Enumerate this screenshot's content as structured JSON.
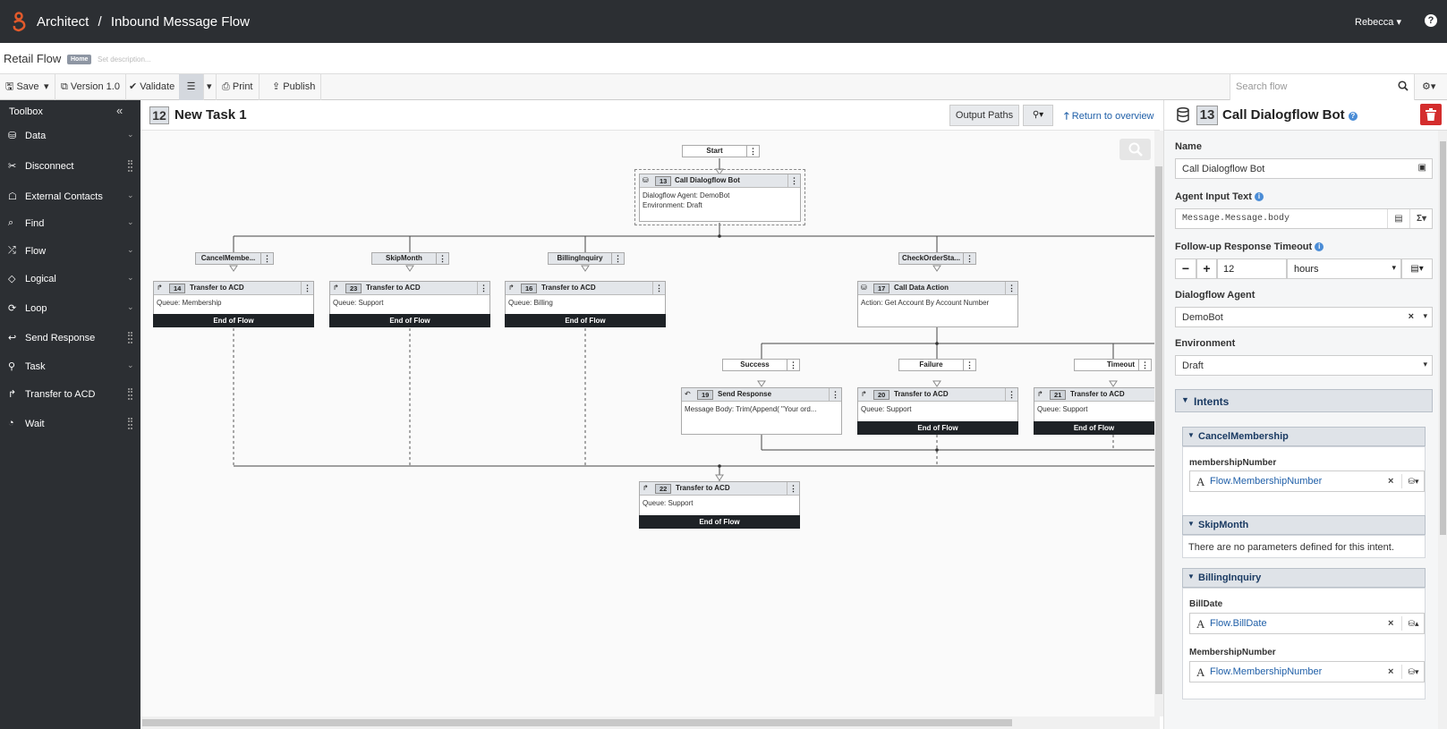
{
  "topbar": {
    "app": "Architect",
    "separator": "/",
    "flow_type": "Inbound Message Flow",
    "user": "Rebecca"
  },
  "flow": {
    "name": "Retail Flow",
    "badge": "Home",
    "description_placeholder": "Set description..."
  },
  "toolbar": {
    "save": "Save",
    "version": "Version 1.0",
    "validate": "Validate",
    "print": "Print",
    "publish": "Publish",
    "search_placeholder": "Search flow"
  },
  "toolbox": {
    "title": "Toolbox",
    "items": [
      {
        "label": "Data",
        "icon": "database-icon",
        "type": "category"
      },
      {
        "label": "Disconnect",
        "icon": "disconnect-icon",
        "type": "action"
      },
      {
        "label": "External Contacts",
        "icon": "contacts-icon",
        "type": "category"
      },
      {
        "label": "Find",
        "icon": "binoculars-icon",
        "type": "category"
      },
      {
        "label": "Flow",
        "icon": "shuffle-icon",
        "type": "category"
      },
      {
        "label": "Logical",
        "icon": "diamond-icon",
        "type": "category"
      },
      {
        "label": "Loop",
        "icon": "loop-icon",
        "type": "category"
      },
      {
        "label": "Send Response",
        "icon": "reply-icon",
        "type": "action"
      },
      {
        "label": "Task",
        "icon": "sitemap-icon",
        "type": "category"
      },
      {
        "label": "Transfer to ACD",
        "icon": "transfer-icon",
        "type": "action"
      },
      {
        "label": "Wait",
        "icon": "clock-icon",
        "type": "action"
      }
    ]
  },
  "task": {
    "number": "12",
    "name": "New Task 1",
    "output_paths": "Output Paths",
    "return": "Return to overview"
  },
  "diagram": {
    "start": "Start",
    "call_bot": {
      "num": "13",
      "title": "Call Dialogflow Bot",
      "line1": "Dialogflow Agent: DemoBot",
      "line2": "Environment: Draft"
    },
    "branches": [
      "CancelMembe...",
      "SkipMonth",
      "BillingInquiry",
      "CheckOrderSta..."
    ],
    "t14": {
      "num": "14",
      "title": "Transfer to ACD",
      "body": "Queue: Membership",
      "end": "End of Flow"
    },
    "t23": {
      "num": "23",
      "title": "Transfer to ACD",
      "body": "Queue: Support",
      "end": "End of Flow"
    },
    "t16": {
      "num": "16",
      "title": "Transfer to ACD",
      "body": "Queue: Billing",
      "end": "End of Flow"
    },
    "d17": {
      "num": "17",
      "title": "Call Data Action",
      "body": "Action: Get Account By Account Number"
    },
    "outcomes": [
      "Success",
      "Failure",
      "Timeout"
    ],
    "s19": {
      "num": "19",
      "title": "Send Response",
      "body": "Message Body: Trim(Append( \"Your ord..."
    },
    "t20": {
      "num": "20",
      "title": "Transfer to ACD",
      "body": "Queue: Support",
      "end": "End of Flow"
    },
    "t21": {
      "num": "21",
      "title": "Transfer to ACD",
      "body": "Queue: Support",
      "end": "End of Flow"
    },
    "t22": {
      "num": "22",
      "title": "Transfer to ACD",
      "body": "Queue: Support",
      "end": "End of Flow"
    }
  },
  "panel": {
    "num": "13",
    "title": "Call Dialogflow Bot",
    "name_label": "Name",
    "name_value": "Call Dialogflow Bot",
    "agent_input_label": "Agent Input Text",
    "agent_input_value": "Message.Message.body",
    "timeout_label": "Follow-up Response Timeout",
    "timeout_value": "12",
    "timeout_unit": "hours",
    "agent_label": "Dialogflow Agent",
    "agent_value": "DemoBot",
    "env_label": "Environment",
    "env_value": "Draft",
    "intents_title": "Intents",
    "intents": [
      {
        "name": "CancelMembership",
        "param_label": "membershipNumber",
        "param_value": "Flow.MembershipNumber"
      },
      {
        "name": "SkipMonth",
        "empty": "There are no parameters defined for this intent."
      },
      {
        "name": "BillingInquiry",
        "params": [
          {
            "label": "BillDate",
            "value": "Flow.BillDate"
          },
          {
            "label": "MembershipNumber",
            "value": "Flow.MembershipNumber"
          }
        ]
      }
    ]
  },
  "colors": {
    "topbar": "#2c2f33",
    "accent": "#1f5fa8",
    "delete": "#d42d2d",
    "end_of_flow": "#1e2226"
  }
}
